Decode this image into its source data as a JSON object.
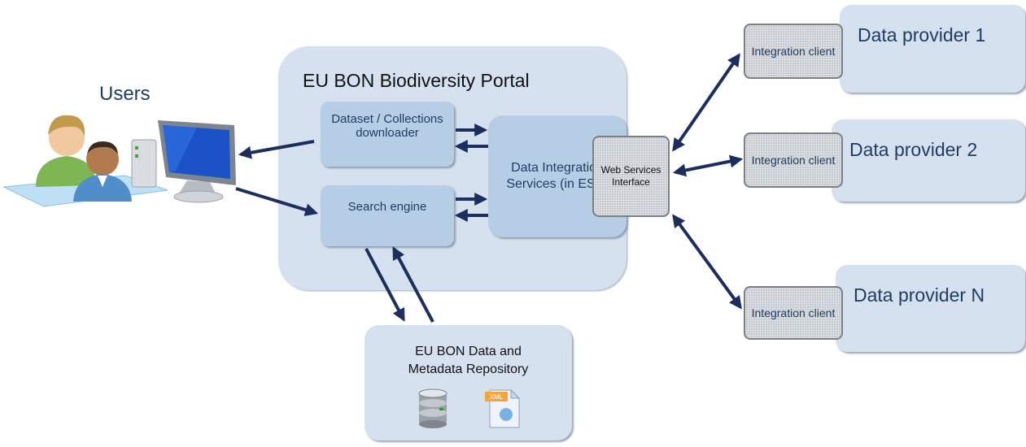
{
  "users": {
    "label": "Users"
  },
  "portal": {
    "title": "EU BON Biodiversity Portal",
    "dataset_downloader": "Dataset / Collections downloader",
    "search_engine": "Search engine",
    "data_integration_services": "Data Integration Services (in ESB)"
  },
  "web_services_interface": "Web Services Interface",
  "repository": {
    "line1": "EU BON Data and",
    "line2": "Metadata Repository",
    "icons": [
      "database-icon",
      "xml-file-icon"
    ]
  },
  "providers": [
    {
      "name": "Data provider 1",
      "client": "Integration client"
    },
    {
      "name": "Data provider 2",
      "client": "Integration client"
    },
    {
      "name": "Data provider N",
      "client": "Integration client"
    }
  ],
  "colors": {
    "container": "#d5e1ef",
    "inner_box": "#b6cde6",
    "arrow": "#1b2e5e",
    "text_blue": "#1f3d63"
  }
}
